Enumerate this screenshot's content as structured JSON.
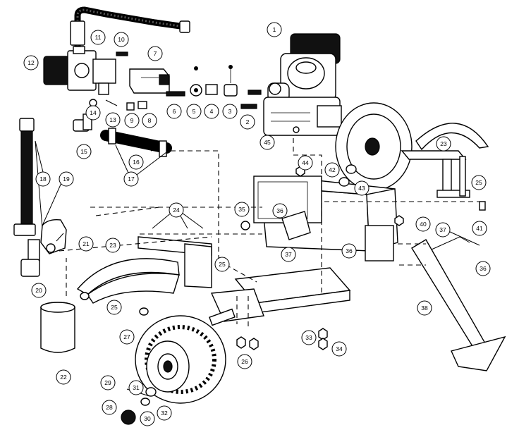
{
  "callouts": [
    "1",
    "2",
    "3",
    "4",
    "5",
    "6",
    "7",
    "8",
    "9",
    "10",
    "11",
    "12",
    "13",
    "14",
    "15",
    "16",
    "17",
    "18",
    "19",
    "20",
    "21",
    "22",
    "23",
    "23",
    "24",
    "25",
    "25",
    "25",
    "26",
    "27",
    "28",
    "29",
    "30",
    "31",
    "32",
    "33",
    "34",
    "35",
    "36",
    "36",
    "36",
    "37",
    "37",
    "38",
    "40",
    "41",
    "42",
    "43",
    "44",
    "45"
  ]
}
